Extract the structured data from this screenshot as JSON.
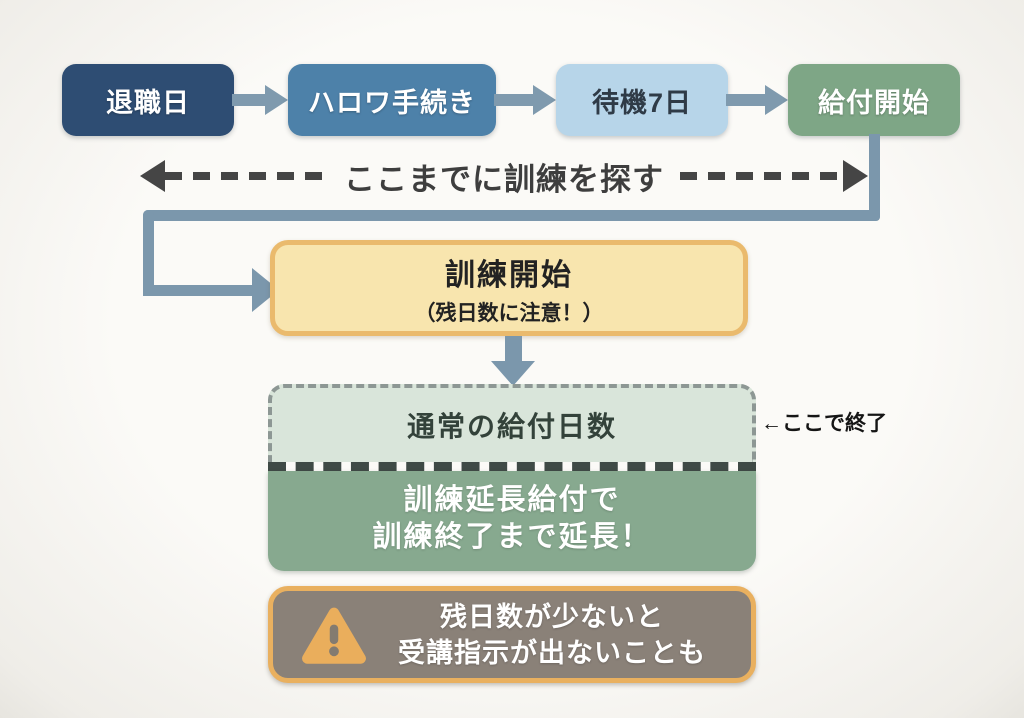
{
  "diagram": {
    "top_row": {
      "boxes": [
        {
          "label": "退職日",
          "bg": "#2e4d73",
          "text_color": "#ffffff"
        },
        {
          "label": "ハロワ手続き",
          "bg": "#4d81a9",
          "text_color": "#ffffff"
        },
        {
          "label": "待機7日",
          "bg": "#b7d5e9",
          "text_color": "#2f3b47"
        },
        {
          "label": "給付開始",
          "bg": "#7ea686",
          "text_color": "#ffffff"
        }
      ],
      "arrow_color": "#7f9aae"
    },
    "deadline_arrow": {
      "label": "ここまでに訓練を探す",
      "color": "#454545",
      "style": "dashed-double-headed"
    },
    "connector_color": "#7b97ac",
    "training_start_box": {
      "title": "訓練開始",
      "subtitle": "（残日数に注意！）",
      "bg": "#f8e5ae",
      "border": "#eaba6d"
    },
    "benefit_box": {
      "normal_label": "通常の給付日数",
      "normal_bg": "#d9e5da",
      "normal_border": "#8d9794",
      "divider_color": "#3f4a46",
      "extension_line1": "訓練延長給付で",
      "extension_line2": "訓練終了まで延長！",
      "extension_bg": "#87a98f"
    },
    "end_note": "←ここで終了",
    "warning_box": {
      "line1": "残日数が少ないと",
      "line2": "受講指示が出ないことも",
      "bg": "#8a8178",
      "border": "#e9b05f",
      "icon": "warning-triangle-icon",
      "icon_color": "#eaae5c"
    }
  }
}
